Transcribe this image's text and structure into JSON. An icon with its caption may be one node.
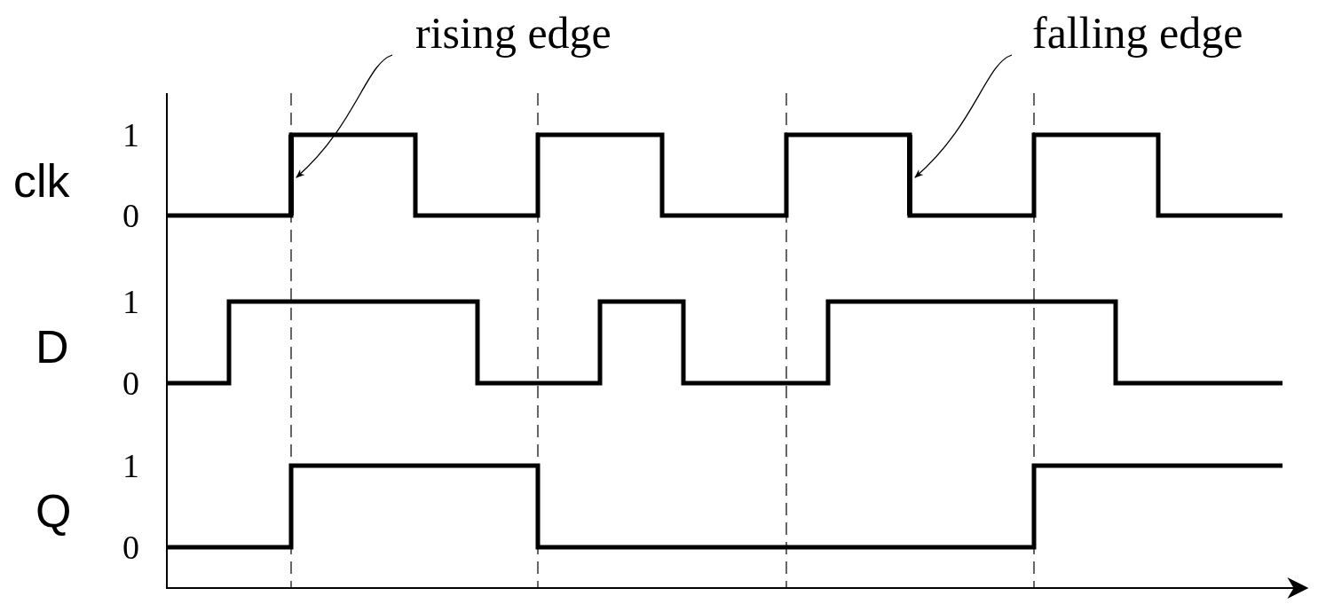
{
  "diagram": {
    "nodes": [
      {
        "text": [
          "rising edge"
        ]
      },
      {
        "text": [],
        "shape": "line"
      },
      {
        "text": [
          "falling edge"
        ]
      },
      {
        "text": [],
        "shape": "line"
      }
    ],
    "edges": [
      {
        "from": 0,
        "to": 1,
        "arrow": "to"
      },
      {
        "from": 2,
        "to": 3,
        "arrow": "to"
      }
    ],
    "labels": [
      "clk",
      "1",
      "0",
      "D",
      "1",
      "0",
      "Q",
      "1",
      "0"
    ]
  }
}
